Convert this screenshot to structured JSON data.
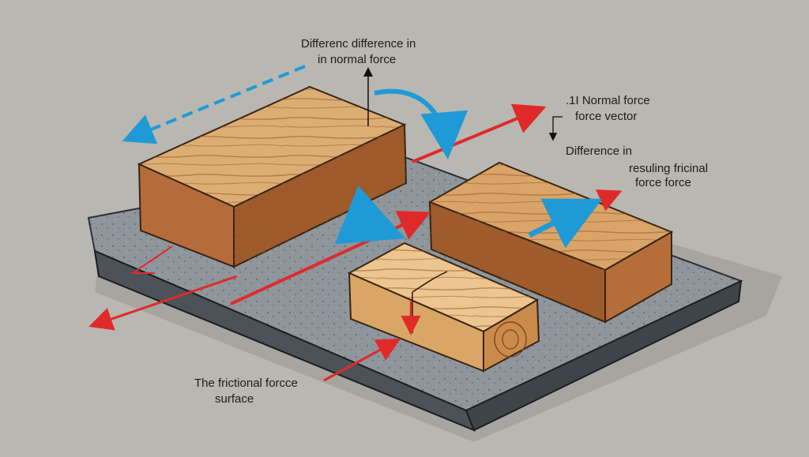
{
  "labels": {
    "top_line1": "Differenc difference in",
    "top_line2": "in normal force",
    "right1_line1": ".1I Normal force",
    "right1_line2": "force vector",
    "right2_line1": "Difference in",
    "right2_line2": "resuling fricinal",
    "right2_line3": "force force",
    "bottom_line1": "The frictional forcce",
    "bottom_line2": "surface"
  },
  "colors": {
    "background": "#b9b7b1",
    "slab": "#8d959b",
    "wood": "#c98a4c",
    "red_arrow": "#e02a2a",
    "blue_arrow": "#1f9ad6"
  },
  "icons": {
    "red_arrow": "arrow-right",
    "blue_arrow": "arrow-curved"
  }
}
